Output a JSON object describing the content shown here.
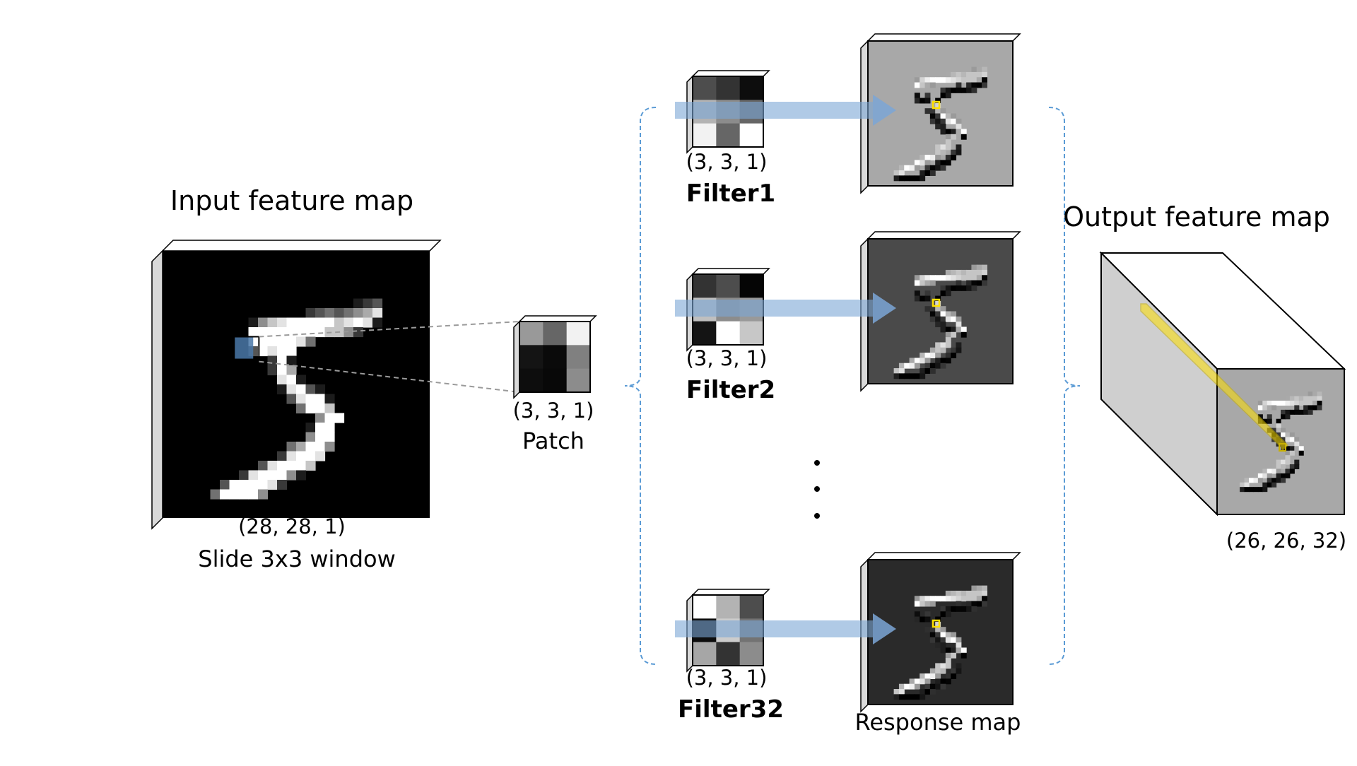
{
  "input": {
    "title": "Input feature map",
    "shape": "(28, 28, 1)",
    "caption": "Slide 3x3 window",
    "digit_rows": [
      "0000000000000000000000000000",
      "0000000000000000000000000000",
      "0000000000000000000000000000",
      "0000000000000000000000000000",
      "0000000000000000000000000000",
      "0000000000000000000012300000",
      "0000000000000002343456800000",
      "0000000001578999997898100000",
      "0000000009999999977520000000",
      "0000000009999984000000000000",
      "0000000003989900000000000000",
      "0000000000029100000000000000",
      "0000000000029600000000000000",
      "0000000000008910000000000000",
      "0000000000001893100000000000",
      "0000000000000389910000000000",
      "0000000000000049970000000000",
      "0000000000000000599000000000",
      "0000000000000001990000000000",
      "0000000000000005990000000000",
      "0000000000000469950000000000",
      "0000000000002899800000000000",
      "0000000000389997000000000000",
      "0000000028999510000000000000",
      "0000003999982000000000000000",
      "0000049999500000000000000000",
      "0000000000000000000000000000",
      "0000000000000000000000000000"
    ]
  },
  "patch": {
    "shape": "(3, 3, 1)",
    "caption": "Patch",
    "cells": [
      0.6,
      0.4,
      0.95,
      0.08,
      0.04,
      0.5,
      0.05,
      0.03,
      0.55
    ]
  },
  "filters": [
    {
      "shape": "(3, 3, 1)",
      "name": "Filter1",
      "cells": [
        0.3,
        0.2,
        0.05,
        0.7,
        0.55,
        0.4,
        0.95,
        0.4,
        1.0
      ]
    },
    {
      "shape": "(3, 3, 1)",
      "name": "Filter2",
      "cells": [
        0.2,
        0.3,
        0.02,
        0.75,
        0.55,
        0.6,
        0.08,
        1.0,
        0.78
      ]
    },
    {
      "shape": "(3, 3, 1)",
      "name": "Filter32",
      "cells": [
        1.0,
        0.7,
        0.3,
        0.05,
        0.8,
        0.45,
        0.65,
        0.2,
        0.55
      ]
    }
  ],
  "ellipsis": "· · ·",
  "response_maps": {
    "caption": "Response map",
    "backgrounds": [
      "#a8a8a8",
      "#4a4a4a",
      "#2a2a2a"
    ]
  },
  "output": {
    "title": "Output feature map",
    "shape": "(26, 26, 32)",
    "face_color": "#a8a8a8"
  },
  "colors": {
    "arrow": "#7ba6d6",
    "window_highlight": "#4a78a8",
    "brace": "#5b9bd5",
    "marker": "#ffe000",
    "edge": "#000000"
  }
}
